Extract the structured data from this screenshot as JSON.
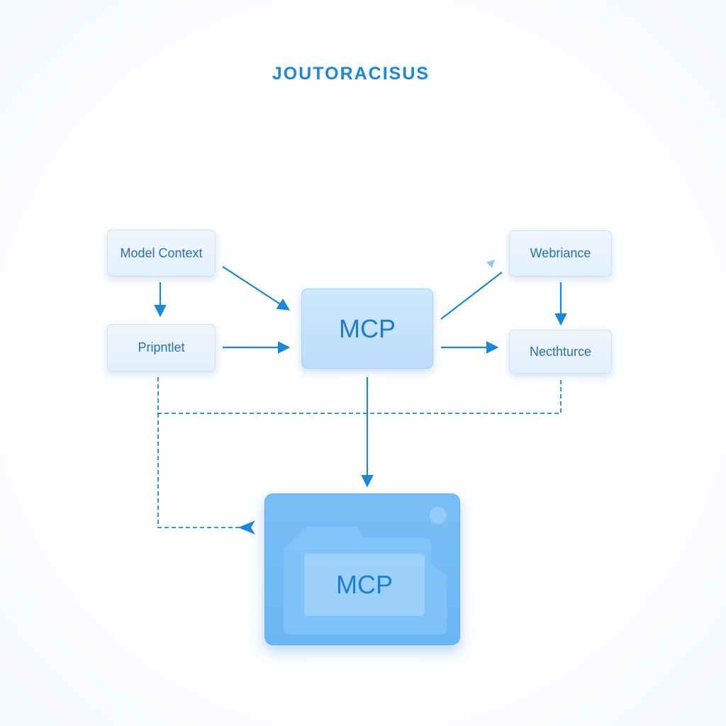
{
  "diagram": {
    "title": "JOUTORACISUS",
    "accent_color": "#1a86dc",
    "nodes": {
      "model_context": "Model Context",
      "pripntlet": "Pripntlet",
      "mcp_hub": "MCP",
      "webriance": "Webriance",
      "necthturce": "Necthturce",
      "mcp_card": "MCP"
    },
    "icons": [
      "folder-icon",
      "circle-dot-icon"
    ]
  }
}
